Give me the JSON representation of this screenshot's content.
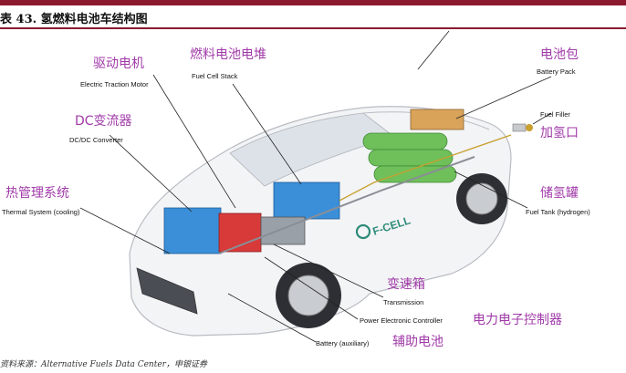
{
  "header": {
    "title": "表 43. 氢燃料电池车结构图"
  },
  "labels": {
    "motor": {
      "cn": "驱动电机",
      "en": "Electric Traction Motor"
    },
    "stack": {
      "cn": "燃料电池电堆",
      "en": "Fuel Cell Stack"
    },
    "battery_pack": {
      "cn": "电池包",
      "en": "Battery Pack"
    },
    "dcdc": {
      "cn": "DC变流器",
      "en": "DC/DC Converter"
    },
    "filler": {
      "cn": "加氢口",
      "en": "Fuel Filler"
    },
    "thermal": {
      "cn": "热管理系统",
      "en": "Thermal System (cooling)"
    },
    "tank": {
      "cn": "储氢罐",
      "en": "Fuel Tank (hydrogen)"
    },
    "transmission": {
      "cn": "变速箱",
      "en": "Transmission"
    },
    "controller": {
      "cn": "电力电子控制器",
      "en": "Power Electronic Controller"
    },
    "aux_battery": {
      "cn": "辅助电池",
      "en": "Battery (auxiliary)"
    }
  },
  "car_badge": "F-CELL",
  "source": "资料来源：Alternative Fuels Data Center，申银证券",
  "colors": {
    "brand": "#8b1a2e",
    "label_cn": "#a03aa8",
    "tank": "#6fbf5a",
    "stack": "#3a8fd8",
    "red_unit": "#d83a3a",
    "battery_pack": "#d9a35a"
  }
}
